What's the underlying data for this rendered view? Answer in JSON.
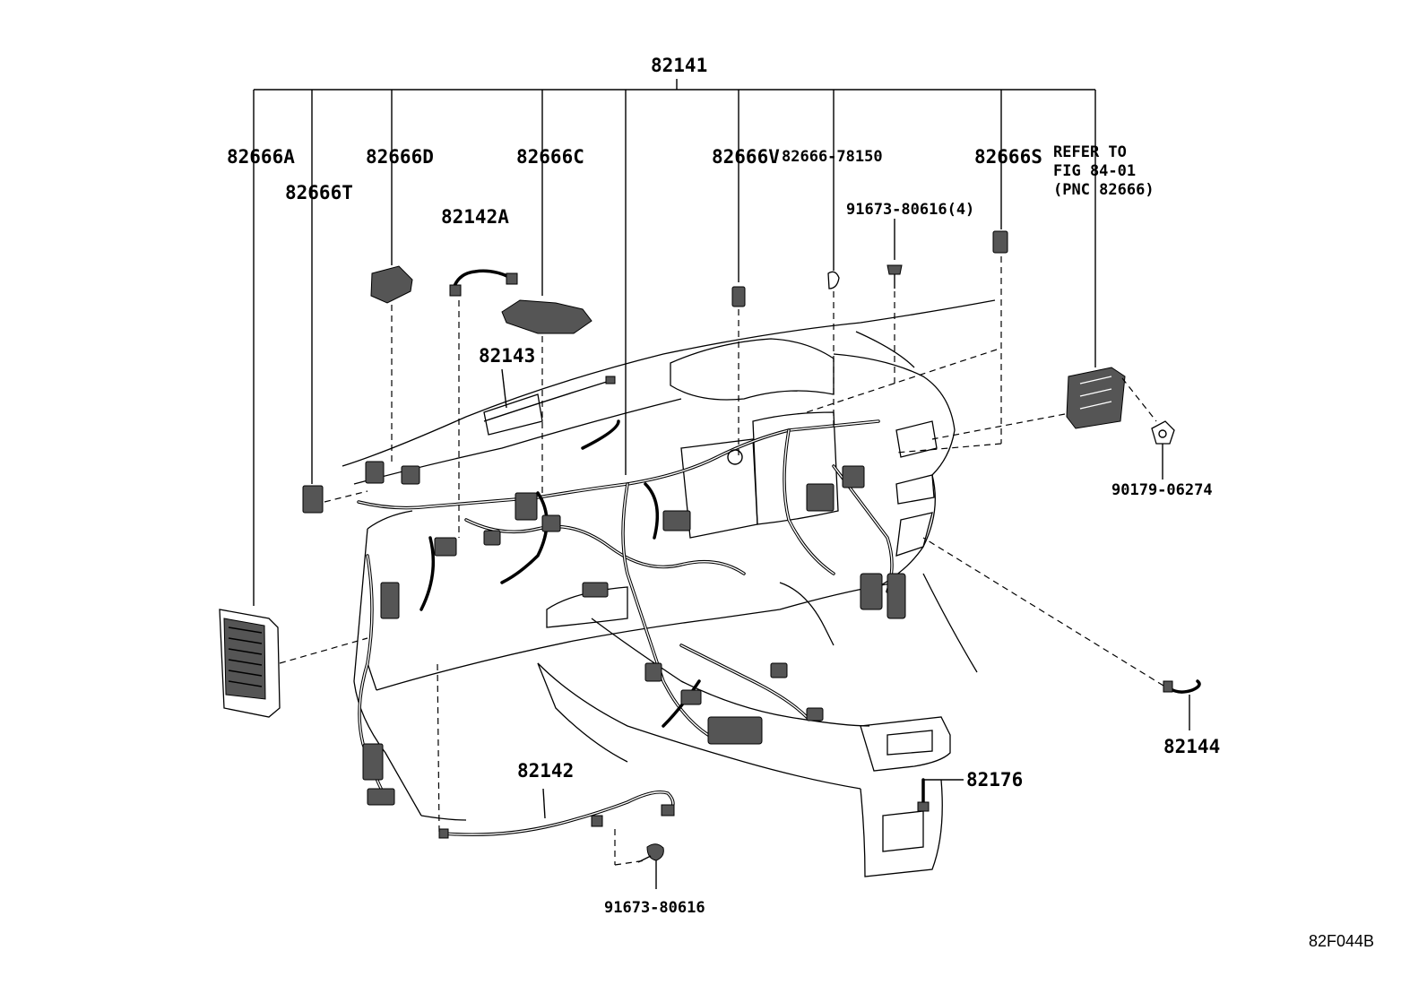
{
  "labels": {
    "p82141": "82141",
    "p82666A": "82666A",
    "p82666T": "82666T",
    "p82666D": "82666D",
    "p82666C": "82666C",
    "p82142A": "82142A",
    "p82143": "82143",
    "p82666V": "82666V",
    "p82666_78150": "82666-78150",
    "p82666S": "82666S",
    "refer_line1": "REFER TO",
    "refer_line2": "FIG 84-01",
    "refer_line3": "(PNC 82666)",
    "p91673_80616_4": "91673-80616(4)",
    "p90179_06274": "90179-06274",
    "p82144": "82144",
    "p82176": "82176",
    "p82142": "82142",
    "p91673_80616": "91673-80616",
    "figure_code": "82F044B"
  }
}
